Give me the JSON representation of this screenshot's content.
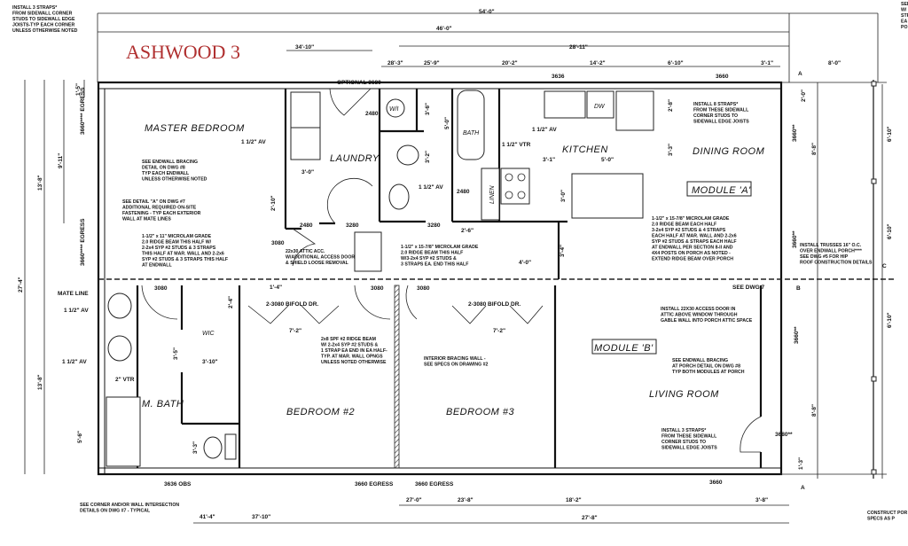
{
  "title": "ASHWOOD 3",
  "title_color": "#b03030",
  "rooms": {
    "master_bedroom": "MASTER BEDROOM",
    "laundry": "LAUNDRY",
    "wi": "W/I",
    "bath": "BATH",
    "linen": "LINEN",
    "kitchen": "KITCHEN",
    "dining_room": "DINING ROOM",
    "module_a": "MODULE 'A'",
    "module_b": "MODULE 'B'",
    "wic": "WIC",
    "m_bath": "M. BATH",
    "bedroom2": "BEDROOM #2",
    "bedroom3": "BEDROOM #3",
    "living_room": "LIVING ROOM",
    "dw": "DW"
  },
  "dimensions": {
    "overall": "54'-0\"",
    "d46": "46'-0\"",
    "d28_11": "28'-11\"",
    "d34_10": "34'-10\"",
    "d28_3": "28'-3\"",
    "d25_9": "25'-9\"",
    "d20_2": "20'-2\"",
    "d14_2": "14'-2\"",
    "d6_10": "6'-10\"",
    "d3_1": "3'-1\"",
    "d8_0": "8'-0\"",
    "left_total": "27'-4\"",
    "left_top": "13'-8\"",
    "left_bottom": "13'-8\"",
    "d9_11": "9'-11\"",
    "d1_5": "1'-5\"",
    "d3_0": "3'-0\"",
    "d2_10": "2'-10\"",
    "d3_6": "3'-6\"",
    "d3_2": "3'-2\"",
    "d5_0": "5'-0\"",
    "d2_6": "2'-6\"",
    "d3_1k": "3'-1\"",
    "d5_0k": "5'-0\"",
    "d2_8": "2'-8\"",
    "d3_3": "3'-3\"",
    "d3_0k": "3'-0\"",
    "d3_4": "3'-4\"",
    "d4_0": "4'-0\"",
    "d1_4": "1'-4\"",
    "d2_4": "2'-4\"",
    "d7_2a": "7'-2\"",
    "d7_2b": "7'-2\"",
    "d3_10": "3'-10\"",
    "d3_5": "3'-5\"",
    "d5_6": "5'-6\"",
    "d3_3b": "3'-3\"",
    "d41_4": "41'-4\"",
    "d37_10": "37'-10\"",
    "d27_0": "27'-0\"",
    "d23_8": "23'-8\"",
    "d18_2": "18'-2\"",
    "d27_8": "27'-8\"",
    "d3_8": "3'-8\"",
    "d2_0": "2'-0\"",
    "d8_8": "8'-8\"",
    "d6_10r": "6'-10\"",
    "d6_10r2": "6'-10\"",
    "d6_10r3": "6'-10\"",
    "d8_8b": "8'-8\"",
    "d1_3": "1'-3\""
  },
  "openings": {
    "egress1": "3660**** EGRESS",
    "egress2": "3660**** EGRESS",
    "optional": "OPTIONAL 3680",
    "o2480a": "2480",
    "o2480b": "2480",
    "o2480c": "2480",
    "o3280a": "3280",
    "o3280b": "3280",
    "o3080a": "3080",
    "o3080b": "3080",
    "o3080c": "3080",
    "o3080d": "3080",
    "o3636": "3636",
    "o3660top": "3660",
    "o3660r1": "3660**",
    "o3660r2": "3660**",
    "o3660r3": "3660**",
    "o3680": "3680**",
    "bifold1": "2-3080 BIFOLD DR.",
    "bifold2": "2-3080 BIFOLD DR.",
    "o3636obs": "3636 OBS",
    "egress_b2": "3660 EGRESS",
    "egress_b3": "3660 EGRESS",
    "o3660bot": "3660"
  },
  "labels": {
    "av1": "1 1/2\" AV",
    "av2": "1 1/2\" AV",
    "av3": "1 1/2\" AV",
    "av4": "1 1/2\" AV",
    "av5": "1 1/2\" AV",
    "vtr1": "1 1/2\" VTR",
    "vtr2": "2\" VTR",
    "mate_line": "MATE LINE",
    "see_dwg7": "SEE DWG 7",
    "sec_a": "A",
    "sec_a2": "A",
    "sec_b": "B",
    "sec_c": "C"
  },
  "notes": {
    "n1": [
      "INSTALL 3 STRAPS*",
      "FROM SIDEWALL CORNER",
      "STUDS TO SIDEWALL EDGE",
      "JOISTS-TYP EACH CORNER",
      "UNLESS OTHERWISE NOTED"
    ],
    "n2": [
      "SEE ENDWALL BRACING",
      "DETAIL ON DWG #8",
      "TYP EACH ENDWALL",
      "UNLESS OTHERWISE NOTED"
    ],
    "n3": [
      "SEE DETAIL \"A\" ON DWG #7",
      "ADDITIONAL REQUIRED ON-SITE",
      "FASTENING - TYP EACH EXTERIOR",
      "WALL AT MATE LINES"
    ],
    "n4": [
      "1-1/2\" x 11\" MICROLAM GRADE",
      "2.0 RIDGE BEAM THIS HALF W/",
      "2-2x4 SYP #2 STUDS & 3 STRAPS",
      "THIS HALF AT MAR. WALL AND 2-2x6",
      "SYP #2 STUDS & 3 STRAPS THIS HALF",
      "AT ENDWALL"
    ],
    "n5": [
      "22x30 ATTIC ACC.",
      "W/ADDITIONAL ACCESS DOOR",
      "& SHIELD LOOSE REMOVAL"
    ],
    "n6": [
      "1-1/2\" x 15-7/8\" MICROLAM GRADE",
      "2.0 RIDGE BEAM THIS HALF",
      "W/3-2x4 SYP #2 STUDS &",
      "3 STRAPS EA. END THIS HALF"
    ],
    "n7": [
      "INSTALL 8 STRAPS*",
      "FROM THESE SIDEWALL",
      "CORNER STUDS TO",
      "SIDEWALL EDGE JOISTS"
    ],
    "n8": [
      "1-1/2\" x 15-7/8\" MICROLAM GRADE",
      "2.0 RIDGE BEAM EACH HALF",
      "3-2x4 SYP #2 STUDS & 4 STRAPS",
      "EACH HALF AT MAR. WALL AND 2-2x6",
      "SYP #2 STUDS & STRAPS EACH HALF",
      "AT ENDWALL PER SECTION 8-II AND",
      "4X4 POSTS ON PORCH AS NOTED -",
      "EXTEND RIDGE BEAM OVER PORCH"
    ],
    "n9": [
      "INSTALL TRUSSES 16\" O.C.",
      "OVER ENDWALL PORCH****",
      "SEE DWG #5 FOR HIP",
      "ROOF CONSTRUCTION DETAILS"
    ],
    "n10": [
      "2x8 SPF #2 RIDGE BEAM",
      "W/ 2-2x4 SYP #2 STUDS &",
      "1 STRAP EA END IN EA HALF-",
      "TYP. AT MAR. WALL OPNGS",
      "UNLESS NOTED OTHERWISE"
    ],
    "n11": [
      "INTERIOR BRACING WALL -",
      "SEE SPECS ON DRAWING #2"
    ],
    "n12": [
      "INSTALL 22X30 ACCESS DOOR IN",
      "ATTIC ABOVE WINDOW THROUGH",
      "GABLE WALL INTO PORCH ATTIC SPACE"
    ],
    "n13": [
      "SEE ENDWALL BRACING",
      "AT PORCH DETAIL ON DWG #8",
      "TYP BOTH MODULES AT PORCH"
    ],
    "n14": [
      "INSTALL 3 STRAPS*",
      "FROM THESE SIDEWALL",
      "CORNER STUDS TO",
      "SIDEWALL EDGE JOISTS"
    ],
    "n15": [
      "SEE CORNER AND/OR WALL INTERSECTION",
      "DETAILS ON DWG #7 - TYPICAL"
    ],
    "n16": [
      "CONSTRUCT POR",
      "SPECS AS P"
    ],
    "n17": [
      "SEE",
      "W/",
      "STR",
      "EA",
      "PO"
    ]
  }
}
